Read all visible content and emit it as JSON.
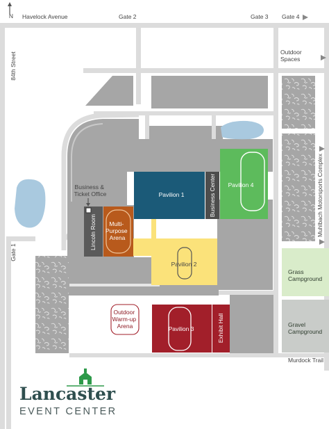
{
  "roads": {
    "havelock": "Havelock Avenue",
    "street_84": "84th Street",
    "murdock": "Murdock Trail",
    "motorsports": "Muhlbach Motorsports Complex"
  },
  "gates": {
    "gate1": "Gate 1",
    "gate2": "Gate 2",
    "gate3": "Gate 3",
    "gate4": "Gate 4"
  },
  "outdoor_spaces": [
    "Outdoor",
    "Spaces"
  ],
  "north": "N",
  "buildings": {
    "pavilion1": "Pavilion 1",
    "pavilion2": "Pavilion 2",
    "pavilion3": "Pavilion 3",
    "pavilion4": "Pavilion 4",
    "business_center": "Business Center",
    "exhibit_hall": "Exhibit Hall",
    "lincoln_room": "Lincoln Room",
    "multipurpose": [
      "Multi-",
      "Purpose",
      "Arena"
    ],
    "business_ticket": [
      "Business &",
      "Ticket Office"
    ],
    "warmup": [
      "Outdoor",
      "Warm-up",
      "Arena"
    ],
    "grass": [
      "Grass",
      "Campground"
    ],
    "gravel": [
      "Gravel",
      "Campground"
    ]
  },
  "logo": {
    "title": "Lancaster",
    "subtitle": "EVENT CENTER"
  },
  "colors": {
    "pavilion1": "#1b5a78",
    "pavilion2": "#fbe27a",
    "pavilion3": "#a21f2a",
    "pavilion4": "#5dbb5c",
    "business_center": "#4d4d4d",
    "lincoln_room": "#5a5a5a",
    "multipurpose": "#b85a1c",
    "grass_campground": "#d9ecca",
    "gravel_campground": "#c9ccc9",
    "road": "#dcdcdc",
    "building": "#a6a6a6",
    "water": "#a9c9df",
    "brand_green": "#2e9a4a"
  }
}
